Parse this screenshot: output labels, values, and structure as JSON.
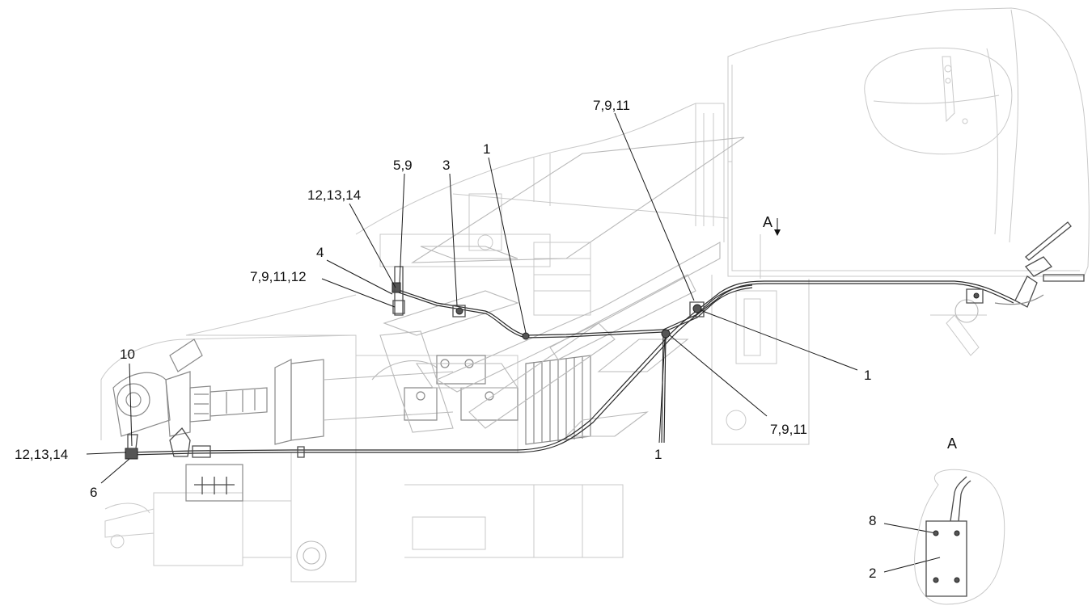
{
  "callouts": {
    "c_7_9_11_top": "7,9,11",
    "c_5_9": "5,9",
    "c_3": "3",
    "c_1_top": "1",
    "c_12_13_14_top": "12,13,14",
    "c_4": "4",
    "c_7_9_11_12": "7,9,11,12",
    "c_10": "10",
    "c_12_13_14_left": "12,13,14",
    "c_6": "6",
    "c_1_bottom": "1",
    "c_7_9_11_right": "7,9,11",
    "c_1_right": "1",
    "c_8": "8",
    "c_2": "2"
  },
  "view": {
    "view_marker": "A",
    "view_title": "A"
  }
}
